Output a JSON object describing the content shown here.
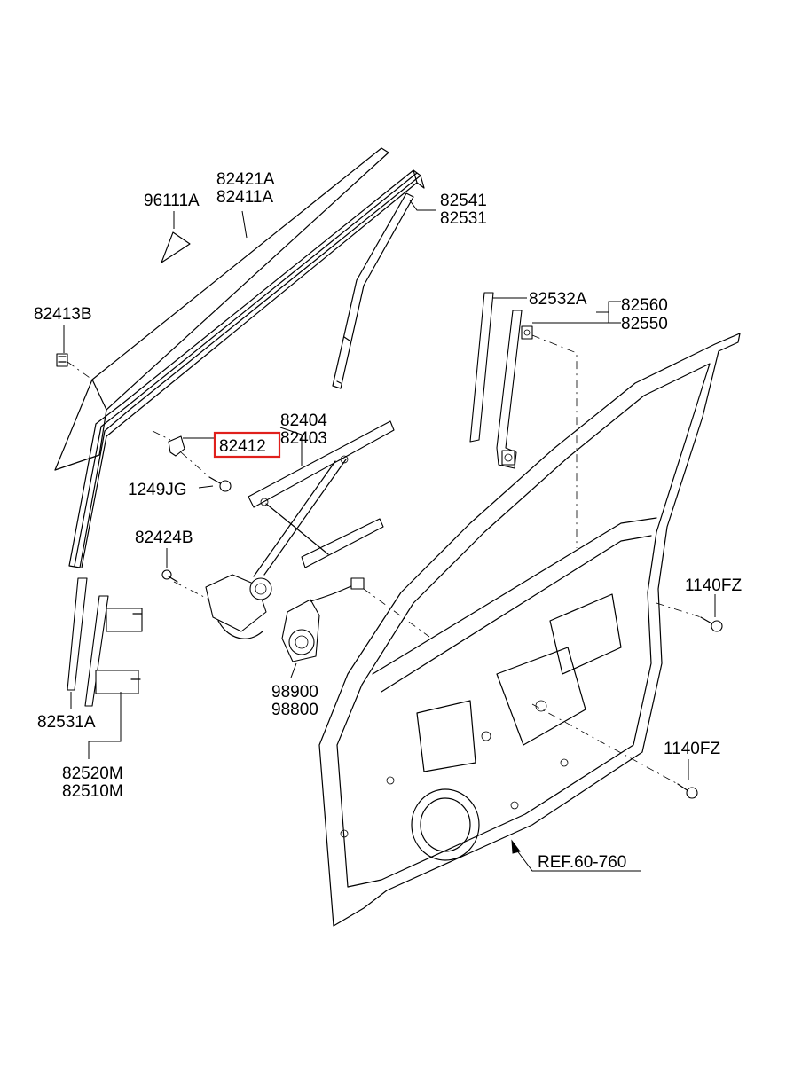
{
  "diagram": {
    "labels": {
      "glass_small": "96111A",
      "glass_a": "82421A",
      "glass_b": "82411A",
      "run_a": "82541",
      "run_b": "82531",
      "clip": "82413B",
      "channel_upper": "82532A",
      "bracket_a": "82560",
      "bracket_b": "82550",
      "reg_a": "82404",
      "reg_b": "82403",
      "highlighted": "82412",
      "bolt_jg": "1249JG",
      "bolt_b": "82424B",
      "fz_upper": "1140FZ",
      "motor_a": "98900",
      "motor_b": "98800",
      "channel_lower": "82531A",
      "channel_m_a": "82520M",
      "channel_m_b": "82510M",
      "fz_lower": "1140FZ",
      "ref": "REF.60-760"
    },
    "highlight_color": "#e0201c"
  }
}
